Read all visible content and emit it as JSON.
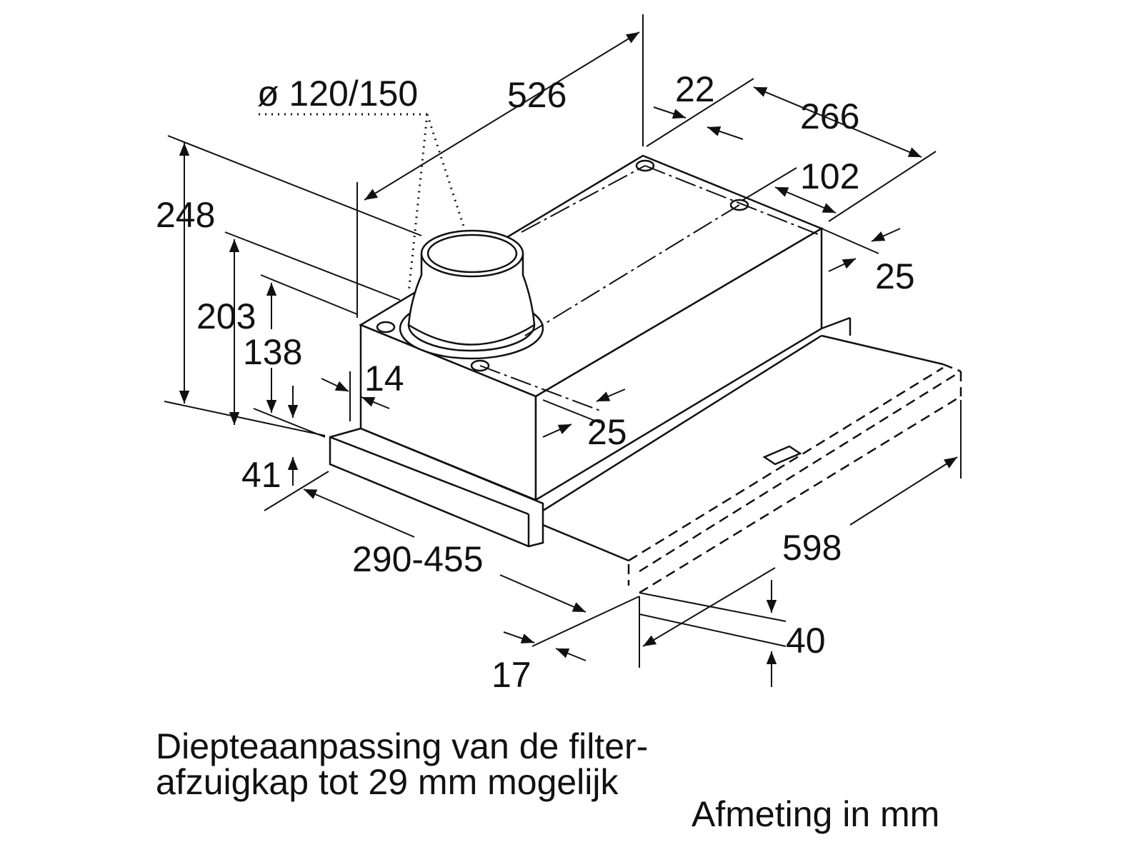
{
  "diagram": {
    "dimensions": {
      "duct_diameter": "ø 120/150",
      "depth_top": "526",
      "d22": "22",
      "d266": "266",
      "d102": "102",
      "d25_right": "25",
      "height_total": "248",
      "height_203": "203",
      "height_138": "138",
      "d14": "14",
      "d25_front": "25",
      "d41": "41",
      "depth_range": "290-455",
      "width": "598",
      "d40": "40",
      "d17": "17"
    },
    "caption": {
      "line1": "Diepteaanpassing van de filter-",
      "line2": "afzuigkap tot 29 mm mogelijk"
    },
    "unit_note": "Afmeting in mm"
  }
}
